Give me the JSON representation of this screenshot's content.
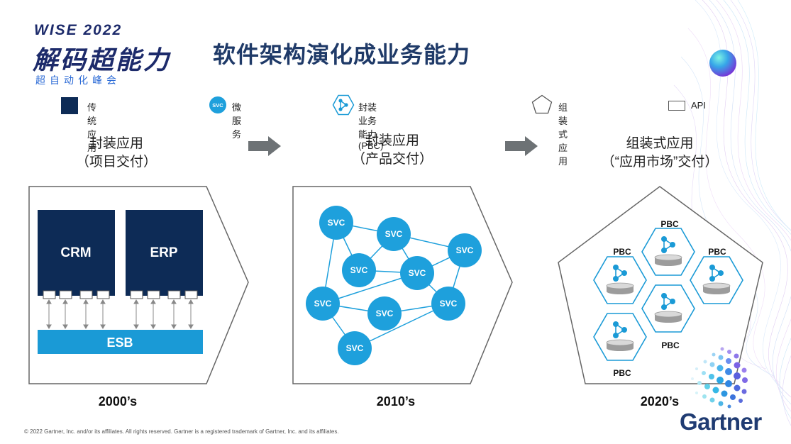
{
  "brand": {
    "event_top": "WISE 2022",
    "event_main": "解码超能力",
    "event_sub": "超自动化峰会"
  },
  "title": "软件架构演化成业务能力",
  "legend": {
    "traditional": "传统应用",
    "microservice": "微服务",
    "microservice_icon_text": "SVC",
    "pbc": "封装业务能力 (PBC)",
    "composable": "组装式应用",
    "api": "API"
  },
  "eras": [
    {
      "title_line1": "封装应用",
      "title_line2": "（项目交付）",
      "year": "2000’s"
    },
    {
      "title_line1": "封装应用",
      "title_line2": "（产品交付）",
      "year": "2010’s"
    },
    {
      "title_line1": "组装式应用",
      "title_line2": "（“应用市场”交付）",
      "year": "2020’s"
    }
  ],
  "era1": {
    "crm": "CRM",
    "erp": "ERP",
    "esb": "ESB"
  },
  "era2": {
    "svc_label": "SVC"
  },
  "era3": {
    "pbc_label": "PBC"
  },
  "colors": {
    "navy": "#0d2b56",
    "blue": "#1a9ad6",
    "svc": "#1ea0dc",
    "arrow": "#6d7275",
    "outline": "#666666"
  },
  "footer": {
    "copyright": "© 2022 Gartner, Inc. and/or its affiliates. All rights reserved. Gartner is a registered trademark of Gartner, Inc. and its affiliates.",
    "logo": "Gartner"
  }
}
